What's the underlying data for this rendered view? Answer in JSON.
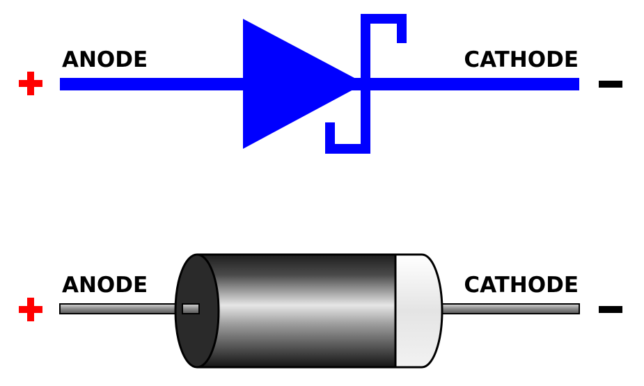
{
  "symbol": {
    "anode_label": "ANODE",
    "cathode_label": "CATHODE",
    "plus_sign": "+",
    "minus_sign": "−"
  },
  "component": {
    "anode_label": "ANODE",
    "cathode_label": "CATHODE",
    "plus_sign": "+",
    "minus_sign": "−"
  },
  "colors": {
    "symbol": "#0000ff",
    "plus": "#ff0000",
    "minus": "#000000",
    "label": "#000000",
    "body_dark": "#1e1e1e",
    "body_light": "#e6e6e6",
    "band": "#ececec",
    "lead": "#c8c8c8"
  }
}
